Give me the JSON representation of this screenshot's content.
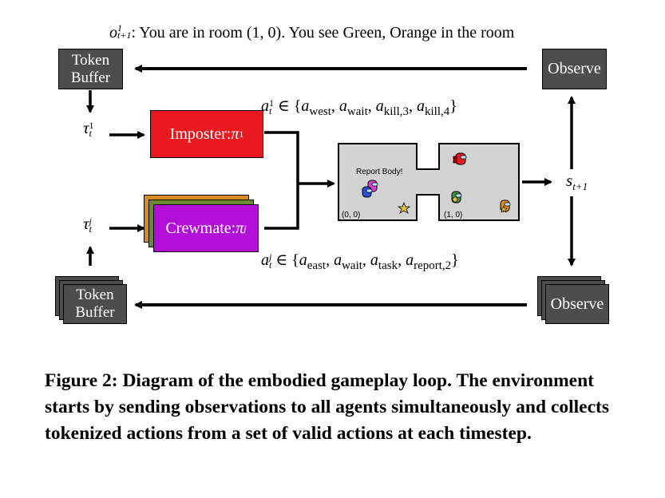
{
  "observation_label": {
    "sym": "o",
    "sup": "1",
    "sub": "t+1",
    "text": ": You are in room (1, 0). You see Green, Orange in the room"
  },
  "top_buffer": {
    "line1": "Token",
    "line2": "Buffer"
  },
  "bottom_buffer": {
    "line1": "Token",
    "line2": "Buffer"
  },
  "top_observe": "Observe",
  "bottom_observe": "Observe",
  "imposter": {
    "label": "Imposter: ",
    "pi": "π",
    "sup": "1",
    "color": "#e8191f"
  },
  "crewmate": {
    "label": "Crewmate: ",
    "pi": "π",
    "sup": "j",
    "color": "#b20fd9",
    "stack_colors": [
      "#d98a20",
      "#6d8a2e"
    ]
  },
  "tau1": {
    "sym": "τ",
    "sup": "1",
    "sub": "t"
  },
  "tauj": {
    "sym": "τ",
    "sup": "j",
    "sub": "t"
  },
  "state": {
    "sym": "s",
    "sub": "t+1"
  },
  "actions_imposter": {
    "a": "a",
    "sup": "1",
    "sub": "t",
    "set": " ∈ {",
    "items": [
      "west",
      "wait",
      "kill,3",
      "kill,4"
    ],
    "close": "}"
  },
  "actions_crewmate": {
    "a": "a",
    "sup": "j",
    "sub": "t",
    "set": " ∈ {",
    "items": [
      "east",
      "wait",
      "task",
      "report,2"
    ],
    "close": "}"
  },
  "environment": {
    "report_text": "Report Body!",
    "room_a": "(0, 0)",
    "room_b": "(1, 0)",
    "floor_color": "#d3d3d3"
  },
  "caption": "Figure 2: Diagram of the embodied gameplay loop. The environment starts by sending observations to all agents simultaneously and collects tokenized actions from a set of valid actions at each timestep."
}
